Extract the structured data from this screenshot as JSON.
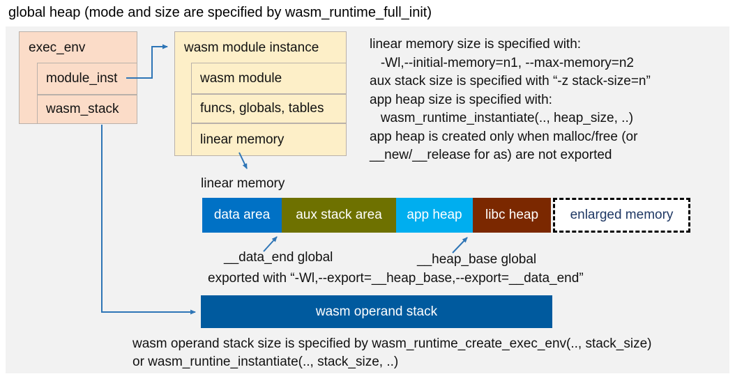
{
  "title": "global heap (mode and size are specified by wasm_runtime_full_init)",
  "colors": {
    "panel_bg": "#F2F2F2",
    "exec_env_fill": "#FBDCC8",
    "module_instance_fill": "#FDEFC8",
    "arrow": "#2E75B6",
    "data_area": "#0071C5",
    "aux_stack": "#6E7100",
    "app_heap": "#00AEEF",
    "libc_heap": "#7B2800",
    "operand_stack": "#005A9E",
    "enlarged_text": "#1F3864"
  },
  "exec_env": {
    "title": "exec_env",
    "rows": [
      {
        "label": "module_inst"
      },
      {
        "label": "wasm_stack"
      }
    ]
  },
  "module_instance": {
    "title": "wasm module instance",
    "rows": [
      {
        "label": "wasm module"
      },
      {
        "label": "funcs, globals, tables"
      },
      {
        "label": "linear memory"
      }
    ]
  },
  "notes": {
    "lines": [
      "linear memory size is specified with:",
      "   -Wl,--initial-memory=n1, --max-memory=n2",
      "aux stack size is specified with “-z stack-size=n”",
      "app heap size is specified with:",
      "   wasm_runtime_instantiate(.., heap_size, ..)",
      "app heap is created only when malloc/free (or",
      "__new/__release for as) are not exported"
    ]
  },
  "linear_memory": {
    "label": "linear memory",
    "segments": [
      {
        "label": "data area"
      },
      {
        "label": "aux stack area"
      },
      {
        "label": "app heap"
      },
      {
        "label": "libc heap"
      },
      {
        "label": "enlarged memory"
      }
    ]
  },
  "globals": {
    "data_end": "__data_end global",
    "heap_base": "__heap_base global",
    "exported": "exported with “-Wl,--export=__heap_base,--export=__data_end”"
  },
  "operand_stack": {
    "label": "wasm operand stack"
  },
  "footer": {
    "lines": [
      "wasm operand stack size is specified by wasm_runtime_create_exec_env(.., stack_size)",
      "or wasm_runtine_instantiate(.., stack_size, ..)"
    ]
  }
}
